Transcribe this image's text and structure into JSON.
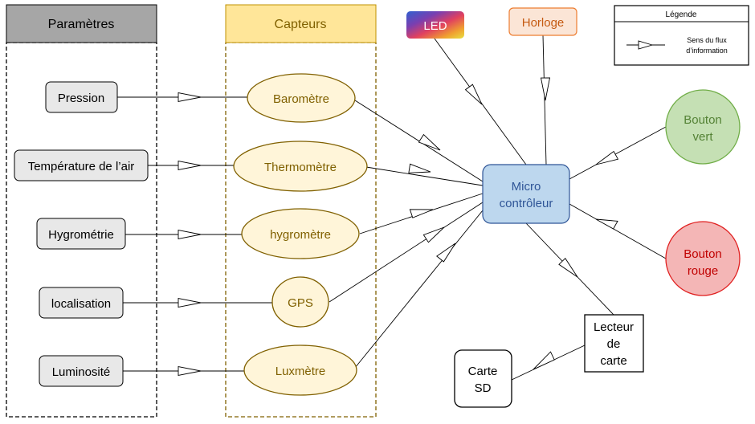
{
  "columns": {
    "parametres": {
      "title": "Paramètres"
    },
    "capteurs": {
      "title": "Capteurs"
    }
  },
  "parameters": [
    "Pression",
    "Température de l’air",
    "Hygrométrie",
    "localisation",
    "Luminosité"
  ],
  "sensors": [
    "Baromètre",
    "Thermomètre",
    "hygromètre",
    "GPS",
    "Luxmètre"
  ],
  "led": "LED",
  "clock": "Horloge",
  "micro": {
    "line1": "Micro",
    "line2": "contrôleur"
  },
  "green_button": {
    "line1": "Bouton",
    "line2": "vert"
  },
  "red_button": {
    "line1": "Bouton",
    "line2": "rouge"
  },
  "card_reader": {
    "line1": "Lecteur",
    "line2": "de",
    "line3": "carte"
  },
  "sd_card": {
    "line1": "Carte",
    "line2": "SD"
  },
  "legend": {
    "title": "Légende",
    "line1": "Sens du flux",
    "line2": "d’information"
  },
  "colors": {
    "sensor_fill": "#fff5d9",
    "sensor_stroke": "#806000",
    "sensor_text": "#806000",
    "capteurs_header": "#ffe699",
    "parametres_header": "#a6a6a6",
    "micro_fill": "#bdd7ee",
    "micro_text": "#2f5597",
    "green_fill": "#c5e0b4",
    "green_stroke": "#70ad47",
    "green_text": "#548235",
    "red_fill": "#f4b6b6",
    "red_stroke": "#e02020",
    "red_text": "#c00000",
    "clock_fill": "#fbe5d6",
    "clock_stroke": "#ed7d31",
    "clock_text": "#c55a11"
  }
}
